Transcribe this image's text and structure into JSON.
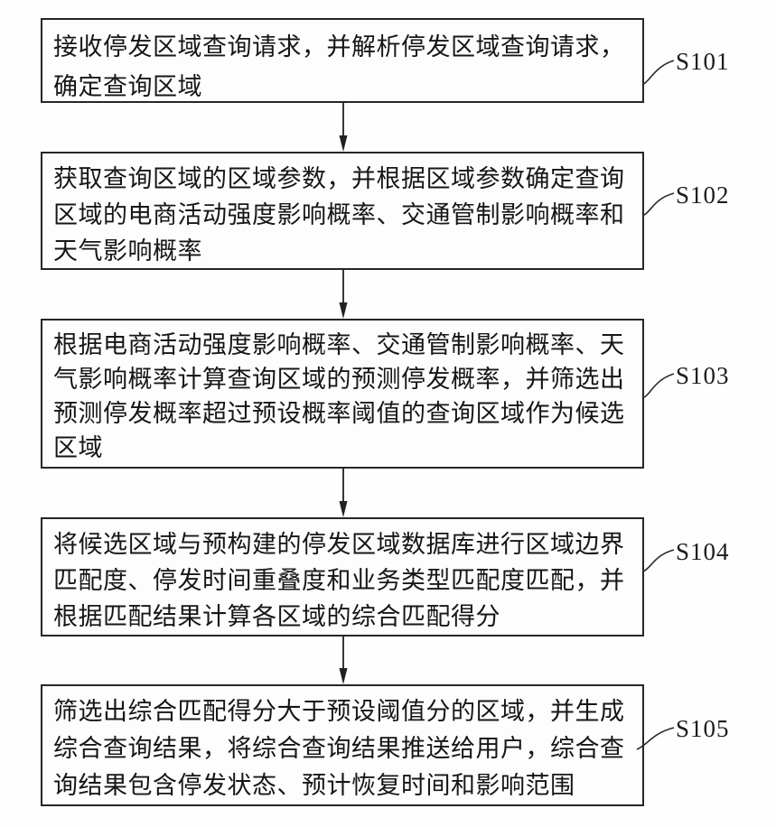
{
  "figure": {
    "background_color": "#fefefe",
    "line_color": "#262626",
    "text_color": "#161616",
    "type": "flowchart",
    "direction": "top-down"
  },
  "steps": [
    {
      "label": "S101",
      "text": "接收停发区域查询请求，并解析停发区域查询请求，\n确定查询区域"
    },
    {
      "label": "S102",
      "text": "获取查询区域的区域参数，并根据区域参数确定查询\n区域的电商活动强度影响概率、交通管制影响概率和\n天气影响概率"
    },
    {
      "label": "S103",
      "text": "根据电商活动强度影响概率、交通管制影响概率、天\n气影响概率计算查询区域的预测停发概率，并筛选出\n预测停发概率超过预设概率阈值的查询区域作为候选\n区域"
    },
    {
      "label": "S104",
      "text": "将候选区域与预构建的停发区域数据库进行区域边界\n匹配度、停发时间重叠度和业务类型匹配度匹配，并\n根据匹配结果计算各区域的综合匹配得分"
    },
    {
      "label": "S105",
      "text": "筛选出综合匹配得分大于预设阈值分的区域，并生成\n综合查询结果，将综合查询结果推送给用户，综合查\n询结果包含停发状态、预计恢复时间和影响范围"
    }
  ]
}
